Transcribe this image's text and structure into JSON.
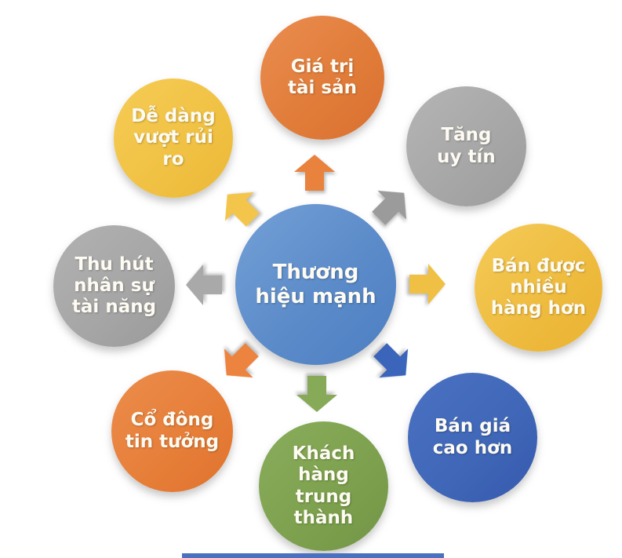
{
  "diagram": {
    "title_concept": "Thương hiệu mạnh",
    "center": {
      "label": "Thương hiệu mạnh",
      "color": "#5b8bc9",
      "text_color": "#ffffff"
    },
    "nodes": [
      {
        "id": "gia-tri-tai-san",
        "label": "Giá trị tài sản",
        "color": "#e07b38",
        "arrow_color": "#e8823c",
        "position": "top",
        "arrow_direction": "up"
      },
      {
        "id": "tang-uy-tin",
        "label": "Tăng uy tín",
        "color": "#a6a6a6",
        "arrow_color": "#9b9b9b",
        "position": "top-right",
        "arrow_direction": "up-right"
      },
      {
        "id": "ban-duoc-nhieu-hang-hon",
        "label": "Bán được nhiều hàng hơn",
        "color": "#eebb3e",
        "arrow_color": "#f0c044",
        "position": "right",
        "arrow_direction": "right"
      },
      {
        "id": "ban-gia-cao-hon",
        "label": "Bán giá cao hơn",
        "color": "#3f66b7",
        "arrow_color": "#3b65bb",
        "position": "bottom-right",
        "arrow_direction": "down-right"
      },
      {
        "id": "khach-hang-trung-thanh",
        "label": "Khách hàng trung thành",
        "color": "#7ca04d",
        "arrow_color": "#87aa58",
        "position": "bottom",
        "arrow_direction": "down"
      },
      {
        "id": "co-dong-tin-tuong",
        "label": "Cổ đông tin tưởng",
        "color": "#e67e38",
        "arrow_color": "#ec8440",
        "position": "bottom-left",
        "arrow_direction": "down-left"
      },
      {
        "id": "thu-hut-nhan-su-tai-nang",
        "label": "Thu hút nhân sự tài năng",
        "color": "#a5a5a5",
        "arrow_color": "#a9a9a9",
        "position": "left",
        "arrow_direction": "left"
      },
      {
        "id": "de-dang-vuot-rui-ro",
        "label": "Dễ dàng vượt rủi ro",
        "color": "#f0c143",
        "arrow_color": "#f3c54a",
        "position": "top-left",
        "arrow_direction": "up-left"
      }
    ],
    "bottom_bar": {
      "color": "#4a70c0"
    }
  }
}
